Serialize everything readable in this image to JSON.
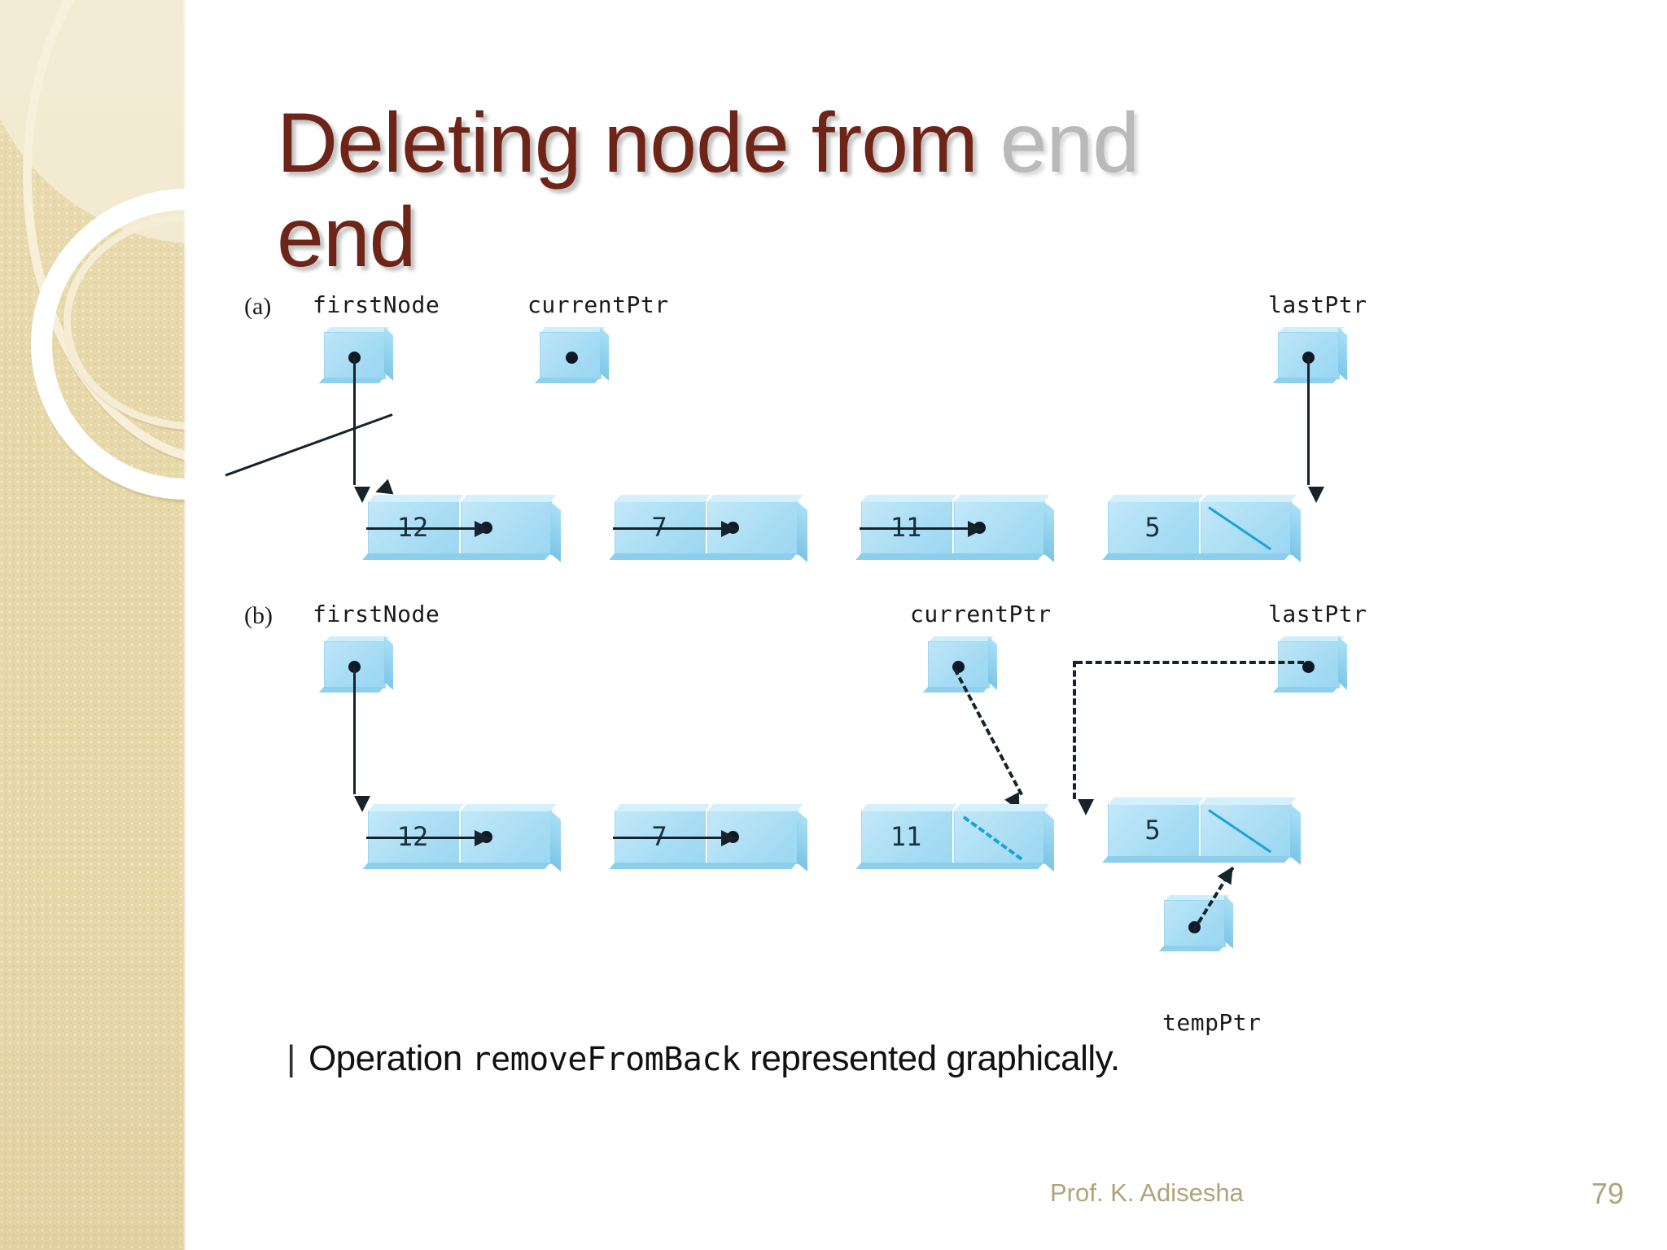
{
  "slide": {
    "title_line1": "Deleting node from",
    "title_ghost": "end",
    "title_line2": "end",
    "title_color": "#6e2416",
    "ghost_color": "#b9b9b9",
    "background": "#ffffff"
  },
  "sidebar": {
    "theme": "oriel-decorative-band",
    "base_color": "#e8d9ab",
    "accent_color": "#f7efd8",
    "ring_color": "#ffffff"
  },
  "figure": {
    "caption_bar": "|",
    "caption_pre": "Operation ",
    "caption_mono": "removeFromBack",
    "caption_post": " represented graphically.",
    "parts": [
      {
        "tag": "(a)",
        "pointers": [
          {
            "name": "firstNode",
            "target": "node-12"
          },
          {
            "name": "currentPtr",
            "target": "node-12"
          },
          {
            "name": "lastPtr",
            "target": "node-5"
          }
        ],
        "nodes": [
          {
            "id": "node-12",
            "value": "12",
            "next": "node-7",
            "null_link": false
          },
          {
            "id": "node-7",
            "value": "7",
            "next": "node-11",
            "null_link": false
          },
          {
            "id": "node-11",
            "value": "11",
            "next": "node-5",
            "null_link": false
          },
          {
            "id": "node-5",
            "value": "5",
            "next": null,
            "null_link": true
          }
        ]
      },
      {
        "tag": "(b)",
        "pointers": [
          {
            "name": "firstNode",
            "target": "node-12",
            "style": "solid"
          },
          {
            "name": "currentPtr",
            "target": "node-11",
            "style": "dashed"
          },
          {
            "name": "lastPtr",
            "target": "node-11",
            "style": "dashed"
          },
          {
            "name": "tempPtr",
            "target": "node-5",
            "style": "dashed"
          }
        ],
        "nodes": [
          {
            "id": "node-12",
            "value": "12",
            "next": "node-7",
            "null_link": false
          },
          {
            "id": "node-7",
            "value": "7",
            "next": "node-11",
            "null_link": false
          },
          {
            "id": "node-11",
            "value": "11",
            "next": null,
            "null_link": true,
            "null_style": "dashed"
          },
          {
            "id": "node-5",
            "value": "5",
            "next": null,
            "null_link": true,
            "detached": true
          }
        ]
      }
    ]
  },
  "footer": {
    "author": "Prof. K. Adisesha",
    "page_number": "79",
    "color": "#b0a37a"
  }
}
